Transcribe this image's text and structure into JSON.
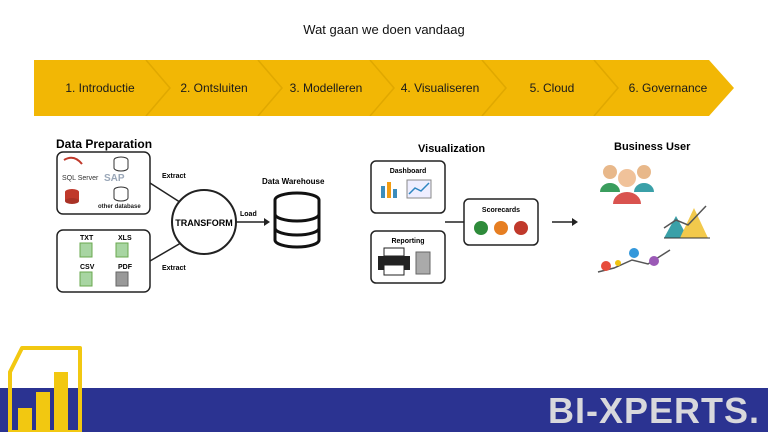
{
  "slide": {
    "title": "Wat gaan we doen vandaag"
  },
  "agenda": {
    "color": "#f2b705",
    "steps": [
      "1. Introductie",
      "2. Ontsluiten",
      "3. Modelleren",
      "4. Visualiseren",
      "5. Cloud",
      "6. Governance"
    ]
  },
  "diagram": {
    "data_preparation": {
      "heading": "Data Preparation",
      "db_labels": [
        "SQL Server",
        "SAP",
        "other database"
      ],
      "file_labels": [
        "TXT",
        "XLS",
        "CSV",
        "PDF"
      ]
    },
    "extract_top": "Extract",
    "extract_bottom": "Extract",
    "transform": "TRANSFORM",
    "load": "Load",
    "data_warehouse": "Data Warehouse",
    "visualization": {
      "heading": "Visualization",
      "dashboard": "Dashboard",
      "reporting": "Reporting",
      "scorecards": "Scorecards"
    },
    "business_user": "Business User"
  },
  "footer": {
    "brand": "BI-XPERTS.",
    "background": "#2b3391"
  }
}
